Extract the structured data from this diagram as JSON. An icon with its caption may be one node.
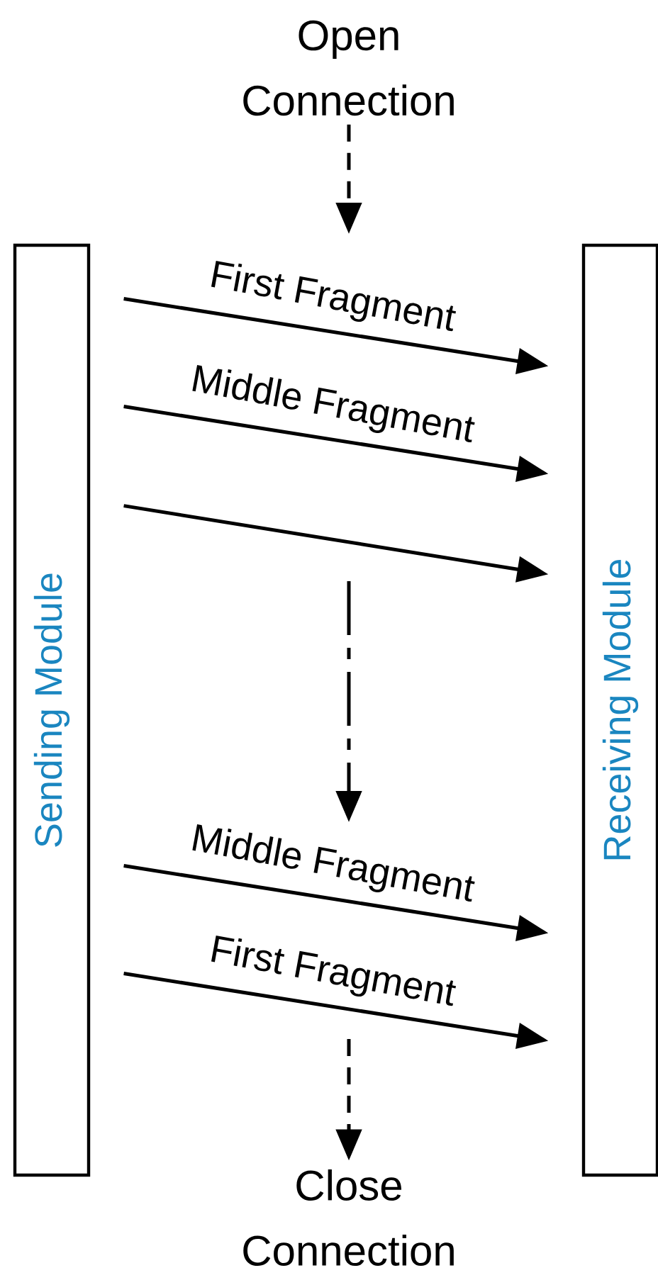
{
  "diagram": {
    "nodes": [
      {
        "text": [
          "Sending Module"
        ]
      },
      {
        "text": [
          "Receiving Module"
        ]
      },
      {
        "text": [
          "Open Connection"
        ]
      },
      {
        "text": [
          "Close Connection"
        ]
      }
    ],
    "edges": [
      {
        "from": 2,
        "to": null,
        "arrow": "to",
        "style": "dashed"
      },
      {
        "from": 0,
        "to": 1,
        "label": "First Fragment",
        "arrow": "to"
      },
      {
        "from": 0,
        "to": 1,
        "label": "Middle Fragment",
        "arrow": "to"
      },
      {
        "from": 0,
        "to": 1,
        "arrow": "to"
      },
      {
        "from": 0,
        "to": 1,
        "label": "Middle Fragment",
        "arrow": "to"
      },
      {
        "from": 0,
        "to": 1,
        "label": "First Fragment",
        "arrow": "to"
      },
      {
        "from": null,
        "to": 3,
        "arrow": "to",
        "style": "dashed"
      }
    ]
  }
}
